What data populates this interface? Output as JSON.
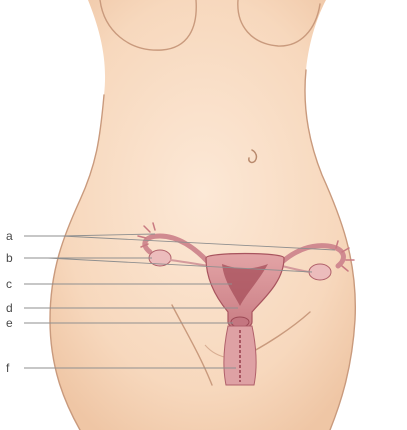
{
  "colors": {
    "background": "#ffffff",
    "skin": "#f9ddc4",
    "skin_shadow": "#eec3a3",
    "outline": "#c99a7d",
    "organ": "#d9969a",
    "organ_dark": "#b0606a",
    "organ_light": "#ecbcbc",
    "leader_line": "#8f8f8f",
    "label_text": "#4a4a4a"
  },
  "labels": [
    {
      "id": "a",
      "text": "a"
    },
    {
      "id": "b",
      "text": "b"
    },
    {
      "id": "c",
      "text": "c"
    },
    {
      "id": "d",
      "text": "d"
    },
    {
      "id": "e",
      "text": "e"
    },
    {
      "id": "f",
      "text": "f"
    }
  ]
}
